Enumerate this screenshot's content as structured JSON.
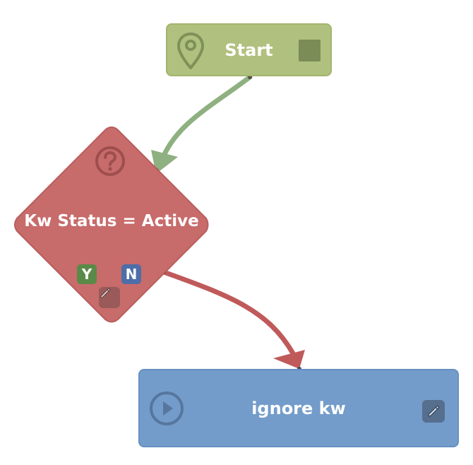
{
  "nodes": {
    "start": {
      "label": "Start",
      "icon": "map-pin-icon",
      "action_icon": "stop-square-icon",
      "color": "#b0c17f"
    },
    "condition": {
      "label": "Kw Status = Active",
      "icon": "question-circle-icon",
      "yes_label": "Y",
      "no_label": "N",
      "edit_icon": "pencil-icon",
      "color": "#c86b6b"
    },
    "action": {
      "label": "ignore kw",
      "icon": "play-circle-icon",
      "edit_icon": "pencil-icon",
      "color": "#739ccb"
    }
  },
  "edges": [
    {
      "from": "start",
      "to": "condition",
      "color": "#8fb080"
    },
    {
      "from": "condition",
      "to": "action",
      "branch": "N",
      "color": "#c05a5a"
    }
  ]
}
